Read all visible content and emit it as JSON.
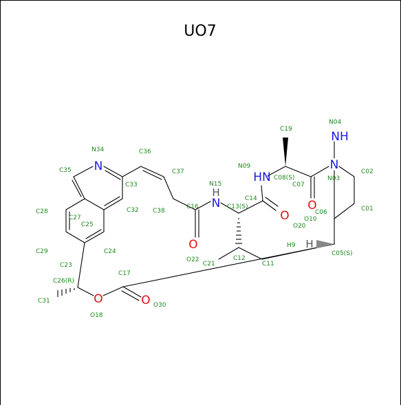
{
  "title": "UO7",
  "colors": {
    "bond": "#000000",
    "carbon_label": "#1a8a1a",
    "nitrogen": "#1a1adb",
    "oxygen": "#e01010",
    "hydrogen": "#555555"
  },
  "atom_symbols": {
    "N": "N",
    "NH": "NH",
    "HN": "HN",
    "O": "O",
    "H": "H"
  },
  "labels": [
    {
      "id": "c19",
      "text": "C19"
    },
    {
      "id": "n04",
      "text": "N04"
    },
    {
      "id": "n34",
      "text": "N34"
    },
    {
      "id": "c36",
      "text": "C36"
    },
    {
      "id": "n09",
      "text": "N09"
    },
    {
      "id": "c02",
      "text": "C02"
    },
    {
      "id": "c35",
      "text": "C35"
    },
    {
      "id": "c33",
      "text": "C33"
    },
    {
      "id": "c37",
      "text": "C37"
    },
    {
      "id": "c08s",
      "text": "C08(S)"
    },
    {
      "id": "n03",
      "text": "N03"
    },
    {
      "id": "c07",
      "text": "C07"
    },
    {
      "id": "n15",
      "text": "N15"
    },
    {
      "id": "c14",
      "text": "C14"
    },
    {
      "id": "c16",
      "text": "C16"
    },
    {
      "id": "c13s",
      "text": "C13(S)"
    },
    {
      "id": "c28",
      "text": "C28"
    },
    {
      "id": "c38",
      "text": "C38"
    },
    {
      "id": "c06",
      "text": "C06"
    },
    {
      "id": "c01",
      "text": "C01"
    },
    {
      "id": "c27",
      "text": "C27"
    },
    {
      "id": "c32",
      "text": "C32"
    },
    {
      "id": "o10",
      "text": "O10"
    },
    {
      "id": "c25",
      "text": "C25"
    },
    {
      "id": "o20",
      "text": "O20"
    },
    {
      "id": "h9",
      "text": "H9"
    },
    {
      "id": "c29",
      "text": "C29"
    },
    {
      "id": "c24",
      "text": "C24"
    },
    {
      "id": "c05s",
      "text": "C05(S)"
    },
    {
      "id": "o22",
      "text": "O22"
    },
    {
      "id": "c12",
      "text": "C12"
    },
    {
      "id": "c21",
      "text": "C21"
    },
    {
      "id": "c11",
      "text": "C11"
    },
    {
      "id": "c23",
      "text": "C23"
    },
    {
      "id": "c17",
      "text": "C17"
    },
    {
      "id": "c26r",
      "text": "C26(R)"
    },
    {
      "id": "c31",
      "text": "C31"
    },
    {
      "id": "o30",
      "text": "O30"
    },
    {
      "id": "o18",
      "text": "O18"
    }
  ]
}
